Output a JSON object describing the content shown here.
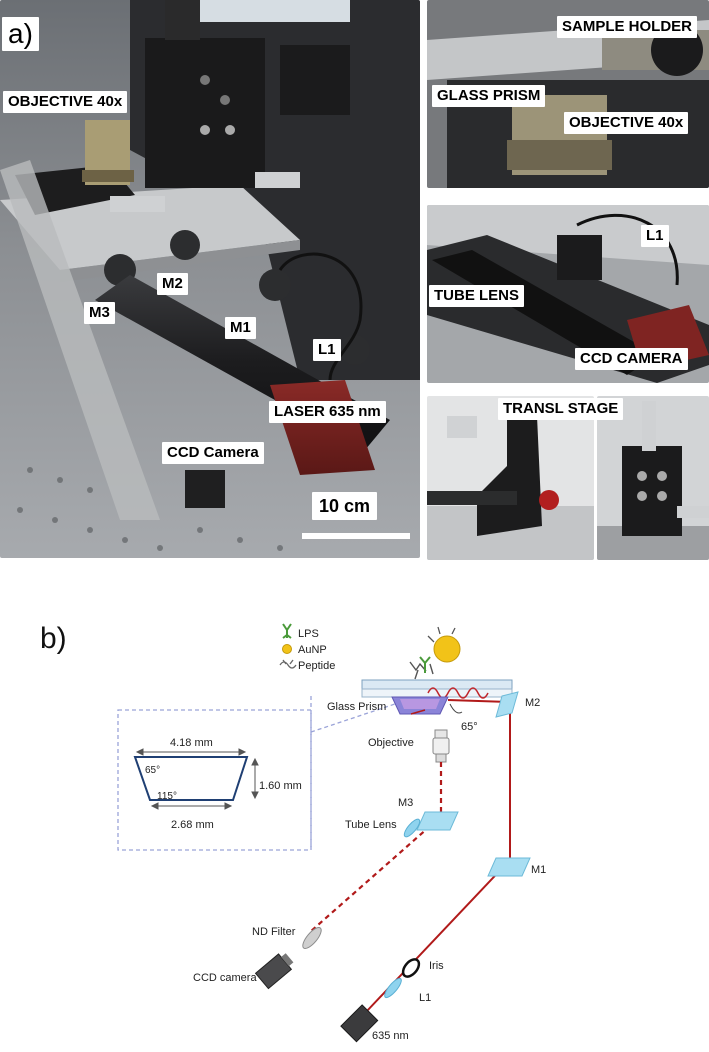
{
  "panel_a": {
    "letter": "a)",
    "main_labels": {
      "objective": "OBJECTIVE 40x",
      "m2": "M2",
      "m3": "M3",
      "m1": "M1",
      "l1": "L1",
      "laser": "LASER 635 nm",
      "ccd": "CCD Camera",
      "scale": "10 cm"
    },
    "inset_top_labels": {
      "sample_holder": "SAMPLE HOLDER",
      "glass_prism": "GLASS PRISM",
      "objective": "OBJECTIVE 40x"
    },
    "inset_mid_labels": {
      "l1": "L1",
      "tube_lens": "TUBE LENS",
      "ccd": "CCD CAMERA"
    },
    "inset_bottom_labels": {
      "stage": "TRANSL STAGE"
    }
  },
  "panel_b": {
    "letter": "b)",
    "legend": [
      "LPS",
      "AuNP",
      "Peptide"
    ],
    "labels": {
      "glass_prism": "Glass Prism",
      "objective": "Objective",
      "angle": "65°",
      "m2": "M2",
      "m3": "M3",
      "tube_lens": "Tube Lens",
      "m1": "M1",
      "nd_filter": "ND Filter",
      "ccd_camera": "CCD camera",
      "iris": "Iris",
      "l1": "L1",
      "laser": "635 nm"
    },
    "prism_dims": {
      "top": "4.18 mm",
      "height": "1.60 mm",
      "bottom": "2.68 mm",
      "angle_top": "65°",
      "angle_bottom": "115°"
    }
  },
  "colors": {
    "beam": "#b11a1a",
    "optic": "#8fd3ee",
    "dashed_box": "#9aa3d8",
    "gold": "#f2c318",
    "lps": "#4a9a3a"
  }
}
